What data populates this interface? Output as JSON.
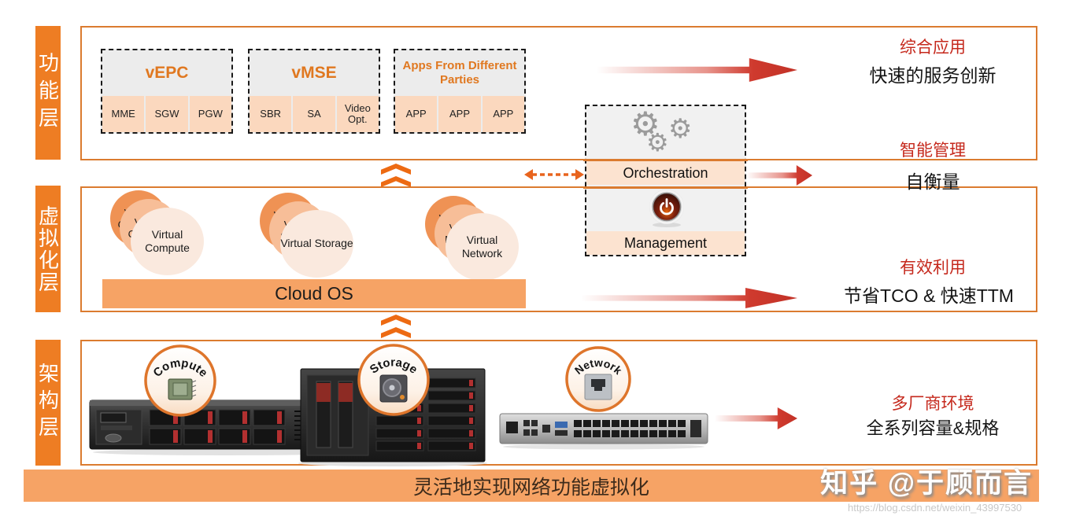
{
  "sidebar": {
    "function_label": "功能层",
    "virtualization_label": "虚拟化层",
    "architecture_label": "架构层"
  },
  "function_layer": {
    "vepc": {
      "title": "vEPC",
      "cells": [
        "MME",
        "SGW",
        "PGW"
      ]
    },
    "vmse": {
      "title": "vMSE",
      "cells": [
        "SBR",
        "SA",
        "Video Opt."
      ]
    },
    "apps": {
      "title": "Apps From Different Parties",
      "cells": [
        "APP",
        "APP",
        "APP"
      ]
    }
  },
  "orchestration": {
    "orchestration_label": "Orchestration",
    "management_label": "Management"
  },
  "virtualization_layer": {
    "compute_label": "Virtual Compute",
    "storage_label": "Virtual Storage",
    "network_label": "Virtual Network",
    "cloud_os_label": "Cloud OS"
  },
  "architecture_layer": {
    "compute_badge": "Compute",
    "storage_badge": "Storage",
    "network_badge": "Network"
  },
  "benefits": {
    "app_title": "综合应用",
    "app_text": "快速的服务创新",
    "mgmt_title": "智能管理",
    "mgmt_text": "自衡量",
    "util_title": "有效利用",
    "util_text": "节省TCO & 快速TTM",
    "vendor_title": "多厂商环境",
    "vendor_text": "全系列容量&规格"
  },
  "banner": {
    "text": "灵活地实现网络功能虚拟化"
  },
  "watermark": {
    "zhihu": "知乎 @于顾而言",
    "url": "https://blog.csdn.net/weixin_43997530"
  },
  "icons": {
    "gear": "⚙"
  },
  "colors": {
    "accent_orange": "#EE7D23",
    "border_orange": "#DB7B2F",
    "red_text": "#C5281C",
    "peach_cell": "#FBD8BE",
    "banner_orange": "#F6A365",
    "arrow_red": "#CF3A2E"
  }
}
